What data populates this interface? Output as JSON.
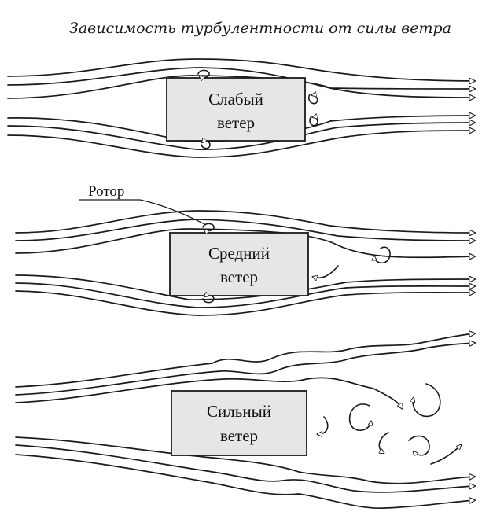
{
  "title": "Зависимость турбулентности от силы ветра",
  "panels": [
    {
      "label_line1": "Слабый",
      "label_line2": "ветер"
    },
    {
      "label_line1": "Средний",
      "label_line2": "ветер"
    },
    {
      "label_line1": "Сильный",
      "label_line2": "ветер"
    }
  ],
  "rotor_label": "Ротор",
  "colors": {
    "ink": "#1b1b1b",
    "box_fill": "#e6e6e6",
    "background": "#ffffff"
  }
}
